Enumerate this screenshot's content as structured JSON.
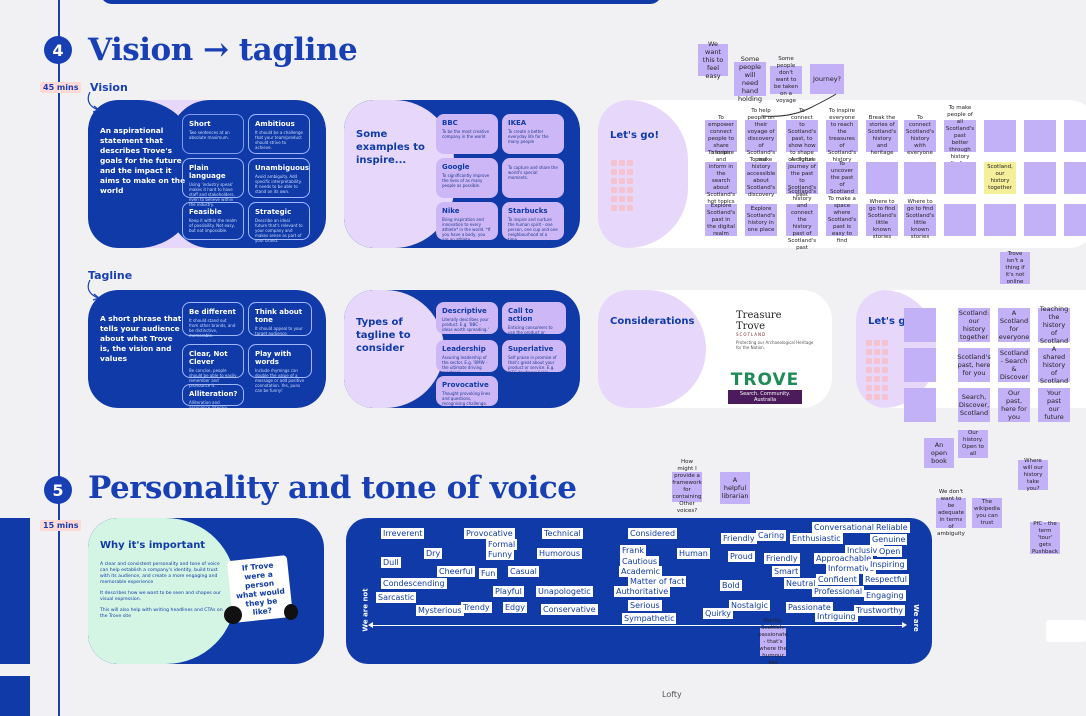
{
  "section4": {
    "number": "4",
    "title": "Vision → tagline",
    "mins": "45 mins",
    "vision": {
      "label": "Vision",
      "intro": "An aspirational statement that describes Trove's goals for the future and the impact it aims to make on the world",
      "tiles": [
        {
          "title": "Short",
          "desc": "Two sentences at an absolute maximum."
        },
        {
          "title": "Ambitious",
          "desc": "It should be a challenge that your team/product should strive to achieve."
        },
        {
          "title": "Plain language",
          "desc": "Using 'industry speak' makes it hard to have staff and stakeholders, even to believe within the industry."
        },
        {
          "title": "Unambiguous",
          "desc": "Avoid ambiguity. Add specific interpretability. It needs to be able to stand on its own."
        },
        {
          "title": "Feasible",
          "desc": "Keep it within the realm of possibility. Not easy, but not impossible."
        },
        {
          "title": "Strategic",
          "desc": "Describe an ideal future that's relevant to your company and makes sense as part of your brand."
        }
      ],
      "examples_title": "Some examples to inspire...",
      "examples": [
        {
          "title": "BBC",
          "desc": "To be the most creative company in the world"
        },
        {
          "title": "IKEA",
          "desc": "To create a better everyday life for the many people"
        },
        {
          "title": "Google",
          "desc": "To significantly improve the lives of as many people as possible."
        },
        {
          "title": "",
          "desc": "To capture and share the world's special moments."
        },
        {
          "title": "Nike",
          "desc": "Bring inspiration and innovation to every athlete* in the world. *If you have a body, you are an athlete."
        },
        {
          "title": "Starbucks",
          "desc": "To inspire and nurture the human spirit - one person, one cup and one neighbourhood at a time."
        }
      ],
      "letsgo": "Let's go!"
    },
    "tagline": {
      "label": "Tagline",
      "intro": "A short phrase that tells your audience about what Trove is, the vision and values",
      "tiles": [
        {
          "title": "Be different",
          "desc": "It should stand out from other brands, and be distinctive, memorable."
        },
        {
          "title": "Think about tone",
          "desc": "It should appeal to your target audience."
        },
        {
          "title": "Clear, Not Clever",
          "desc": "Be concise, people should be able to easily remember and pronounce it."
        },
        {
          "title": "Play with words",
          "desc": "Include rhymings can double the value of a message or add positive connotation. Yes, puns can be funny!"
        },
        {
          "title": "Alliteration?",
          "desc": "Alliteration and assonance (literary higher levels of recall) which can be really valuable, e.g. 'Intel inside'."
        }
      ],
      "types_title": "Types of tagline to consider",
      "types": [
        {
          "title": "Descriptive",
          "desc": "Literally describes your product. E.g. 'BBC - ideas worth spreading.'"
        },
        {
          "title": "Call to action",
          "desc": "Enticing consumers to use the product or service provided. E.g. 'Nike - Just do it'"
        },
        {
          "title": "Leadership",
          "desc": "Assuring leadership of the sector. E.g. 'BMW - the ultimate driving machine'"
        },
        {
          "title": "Superlative",
          "desc": "Self praise in promise of that's great about your product or service. E.g. 'KFC it's finger lickin good'"
        },
        {
          "title": "Provocative",
          "desc": "Thought provoking lines and questions, recognising challenge. E.g. 'Have you ever been factored in to your life?'"
        }
      ],
      "considerations": "Considerations",
      "logo1_title": "Treasure Trove",
      "logo1_sub": "SCOTLAND",
      "logo1_note": "Protecting our Archaeological Heritage for the Nation.",
      "logo2_title": "TROVE",
      "logo2_sub": "Search. Community. Australia",
      "letsgo": "Let's go!"
    }
  },
  "section5": {
    "number": "5",
    "title": "Personality and tone of voice",
    "mins": "15 mins",
    "why_title": "Why it's important",
    "why_points": [
      "A clear and consistent personality and tone of voice can help establish a company's identity, build trust with its audience, and create a more engaging and memorable experience",
      "It describes how we want to be seen and shapes our visual expression.",
      "This will also help with writing headlines and CTAs on the Trove site"
    ],
    "bubble": "If Trove were a person what would they be like?",
    "axis_left": "We are not",
    "axis_right": "We are",
    "words": [
      "Irreverent",
      "Provocative",
      "Technical",
      "Considered",
      "Friendly",
      "Caring",
      "Enthusiastic",
      "Conversational",
      "Reliable",
      "Formal",
      "Genuine",
      "Dry",
      "Funny",
      "Humorous",
      "Frank",
      "Human",
      "Inclusive",
      "Open",
      "Dull",
      "Proud",
      "Friendly",
      "Approachable",
      "Cautious",
      "Informative",
      "Inspiring",
      "Cheerful",
      "Fun",
      "Casual",
      "Academic",
      "Smart",
      "Matter of fact",
      "Neutral",
      "Confident",
      "Respectful",
      "Condescending",
      "Bold",
      "Playful",
      "Unapologetic",
      "Authoritative",
      "Professional",
      "Sarcastic",
      "Engaging",
      "Mysterious",
      "Trendy",
      "Edgy",
      "Conservative",
      "Serious",
      "Nostalgic",
      "Passionate",
      "Trustworthy",
      "Quirky",
      "Intriguing",
      "Sympathetic"
    ]
  },
  "stickies_vision": [
    "We want this to feel easy",
    "Some people will need hand holding",
    "Some people don't want to be taken on a voyage",
    "Journey?"
  ],
  "stickies_board": [
    "To empower connect people to share stories",
    "To help people on their voyage of discovery of Scotland's past",
    "To connect to Scotland's past, to show how to shape our future",
    "To inspire everyone to reach the treasures of Scotland's history",
    "Break the stories of Scotland's history and heritage",
    "To connect Scotland's history with everyone",
    "To make people of all Scotland's past better through history finding",
    "To inspire and inform in the search about Scotland's hot topics",
    "To make history accessible about Scotland's discovery",
    "A digital journey of the past to Scotland's past",
    "To uncover the past of Scotland",
    "Scotland, our history together",
    "Explore Scotland's past in the digital realm",
    "Explore Scotland's history in one place",
    "Scotland's history and connect the history past of Scotland's past",
    "To make a space where Scotland's past is easy to find",
    "Where to go to find Scotland's little known stories"
  ],
  "stickies_tagline": [
    "Trove isn't a thing if it's not online",
    "Scotland: our history together",
    "A Scotland for everyone",
    "Teaching the history of Scotland",
    "Scotland's past, here for you",
    "Scotland - Search & Discover",
    "A shared history of Scotland",
    "Search, Discover, Scotland",
    "Our past, here for you",
    "Your past our future",
    "An open book",
    "Our history. Open to all",
    "Where will our history take you?",
    "We don't want to be adequate in terms of ambiguity",
    "The wikipedia you can trust",
    "PfC - the term 'tour' gets Pushback",
    "How might I provide a framework for containing Other voices?",
    "A helpful librarian",
    "Quirky, Scottish, passionate - that's where the humour lies"
  ],
  "footer": "Lofty"
}
